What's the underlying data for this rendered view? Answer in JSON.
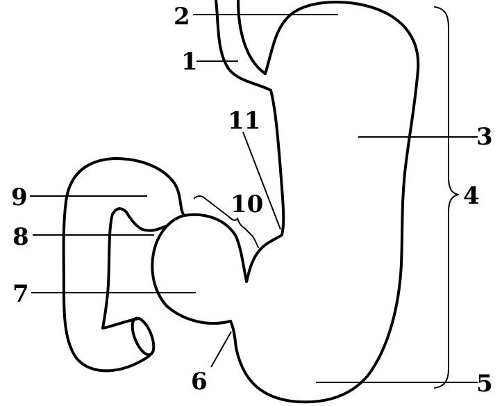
{
  "diagram": {
    "labels": {
      "l1": "1",
      "l2": "2",
      "l3": "3",
      "l4": "4",
      "l5": "5",
      "l6": "6",
      "l7": "7",
      "l8": "8",
      "l9": "9",
      "l10": "10",
      "l11": "11"
    },
    "colors": {
      "ink": "#000000",
      "background": "#ffffff"
    }
  }
}
